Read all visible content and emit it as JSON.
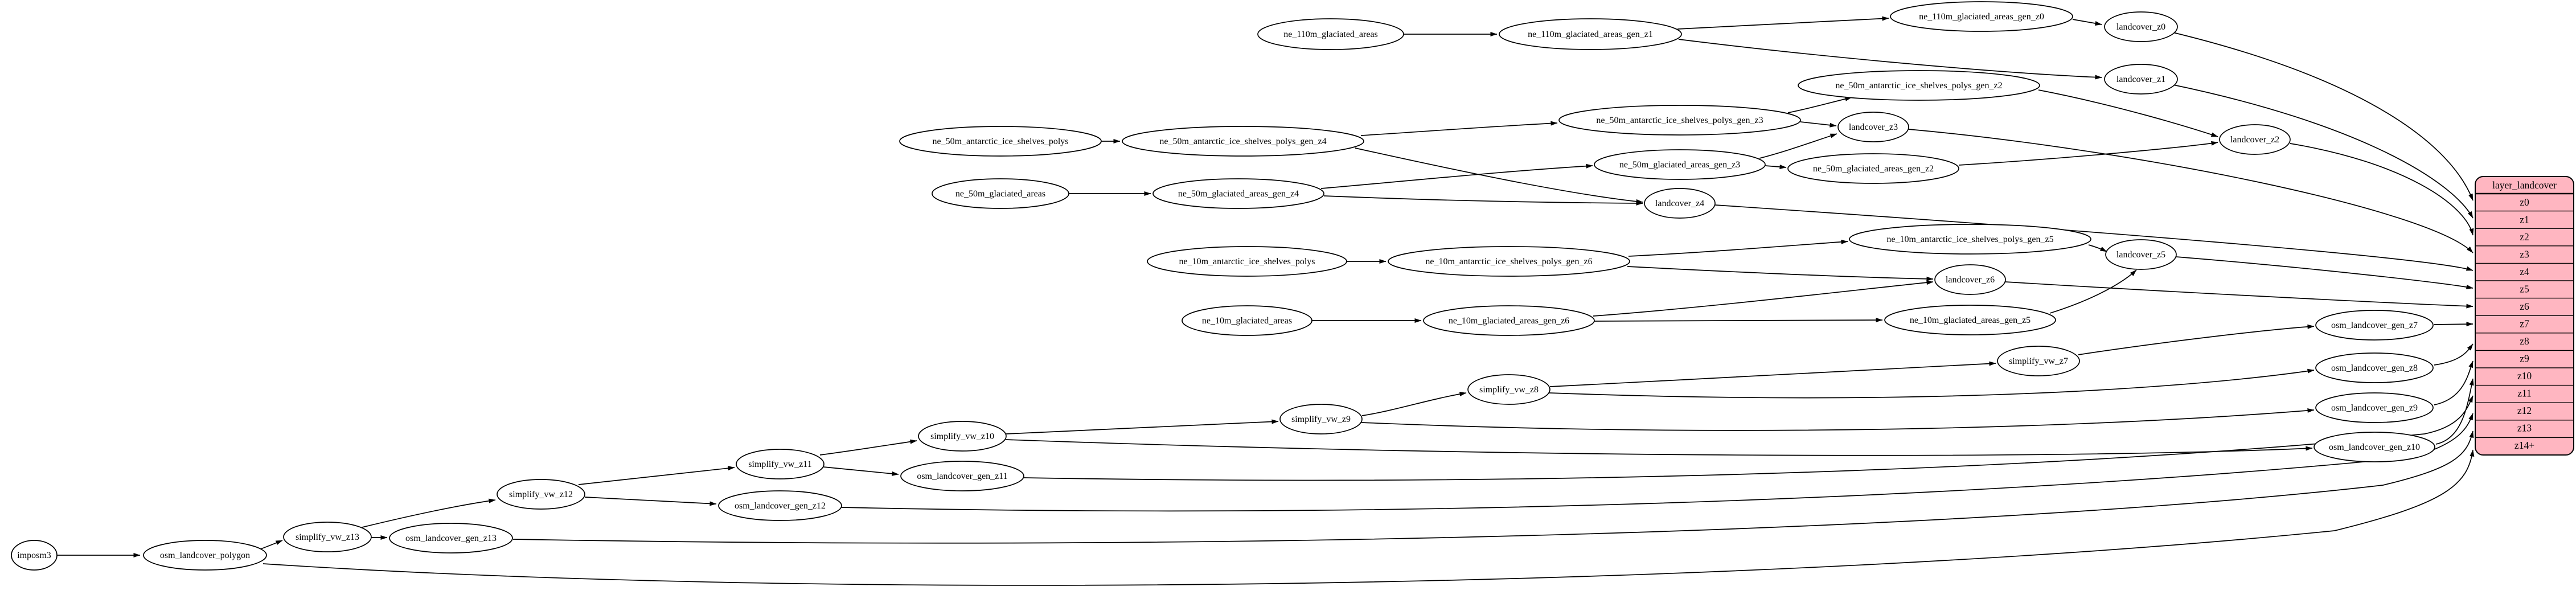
{
  "nodes": {
    "imposm3": "imposm3",
    "osm_landcover_polygon": "osm_landcover_polygon",
    "simplify_vw_z13": "simplify_vw_z13",
    "osm_landcover_gen_z13": "osm_landcover_gen_z13",
    "simplify_vw_z12": "simplify_vw_z12",
    "osm_landcover_gen_z12": "osm_landcover_gen_z12",
    "simplify_vw_z11": "simplify_vw_z11",
    "osm_landcover_gen_z11": "osm_landcover_gen_z11",
    "simplify_vw_z10": "simplify_vw_z10",
    "simplify_vw_z9": "simplify_vw_z9",
    "simplify_vw_z8": "simplify_vw_z8",
    "simplify_vw_z7": "simplify_vw_z7",
    "osm_landcover_gen_z7": "osm_landcover_gen_z7",
    "osm_landcover_gen_z8": "osm_landcover_gen_z8",
    "osm_landcover_gen_z9": "osm_landcover_gen_z9",
    "osm_landcover_gen_z10": "osm_landcover_gen_z10",
    "ne_110m_glaciated_areas": "ne_110m_glaciated_areas",
    "ne_110m_glaciated_areas_gen_z1": "ne_110m_glaciated_areas_gen_z1",
    "ne_110m_glaciated_areas_gen_z0": "ne_110m_glaciated_areas_gen_z0",
    "landcover_z0": "landcover_z0",
    "landcover_z1": "landcover_z1",
    "landcover_z2": "landcover_z2",
    "landcover_z3": "landcover_z3",
    "landcover_z4": "landcover_z4",
    "landcover_z5": "landcover_z5",
    "landcover_z6": "landcover_z6",
    "ne_50m_antarctic_ice_shelves_polys": "ne_50m_antarctic_ice_shelves_polys",
    "ne_50m_antarctic_ice_shelves_polys_gen_z4": "ne_50m_antarctic_ice_shelves_polys_gen_z4",
    "ne_50m_antarctic_ice_shelves_polys_gen_z3": "ne_50m_antarctic_ice_shelves_polys_gen_z3",
    "ne_50m_antarctic_ice_shelves_polys_gen_z2": "ne_50m_antarctic_ice_shelves_polys_gen_z2",
    "ne_50m_glaciated_areas": "ne_50m_glaciated_areas",
    "ne_50m_glaciated_areas_gen_z4": "ne_50m_glaciated_areas_gen_z4",
    "ne_50m_glaciated_areas_gen_z3": "ne_50m_glaciated_areas_gen_z3",
    "ne_50m_glaciated_areas_gen_z2": "ne_50m_glaciated_areas_gen_z2",
    "ne_10m_antarctic_ice_shelves_polys": "ne_10m_antarctic_ice_shelves_polys",
    "ne_10m_antarctic_ice_shelves_polys_gen_z6": "ne_10m_antarctic_ice_shelves_polys_gen_z6",
    "ne_10m_antarctic_ice_shelves_polys_gen_z5": "ne_10m_antarctic_ice_shelves_polys_gen_z5",
    "ne_10m_glaciated_areas": "ne_10m_glaciated_areas",
    "ne_10m_glaciated_areas_gen_z6": "ne_10m_glaciated_areas_gen_z6",
    "ne_10m_glaciated_areas_gen_z5": "ne_10m_glaciated_areas_gen_z5"
  },
  "table": {
    "title": "layer_landcover",
    "rows": [
      "z0",
      "z1",
      "z2",
      "z3",
      "z4",
      "z5",
      "z6",
      "z7",
      "z8",
      "z9",
      "z10",
      "z11",
      "z12",
      "z13",
      "z14+"
    ]
  },
  "colors": {
    "table_fill": "#ffb6c1",
    "table_stroke": "#000000",
    "node_fill": "#ffffff",
    "node_stroke": "#000000",
    "edge": "#000000",
    "background": "#ffffff"
  }
}
